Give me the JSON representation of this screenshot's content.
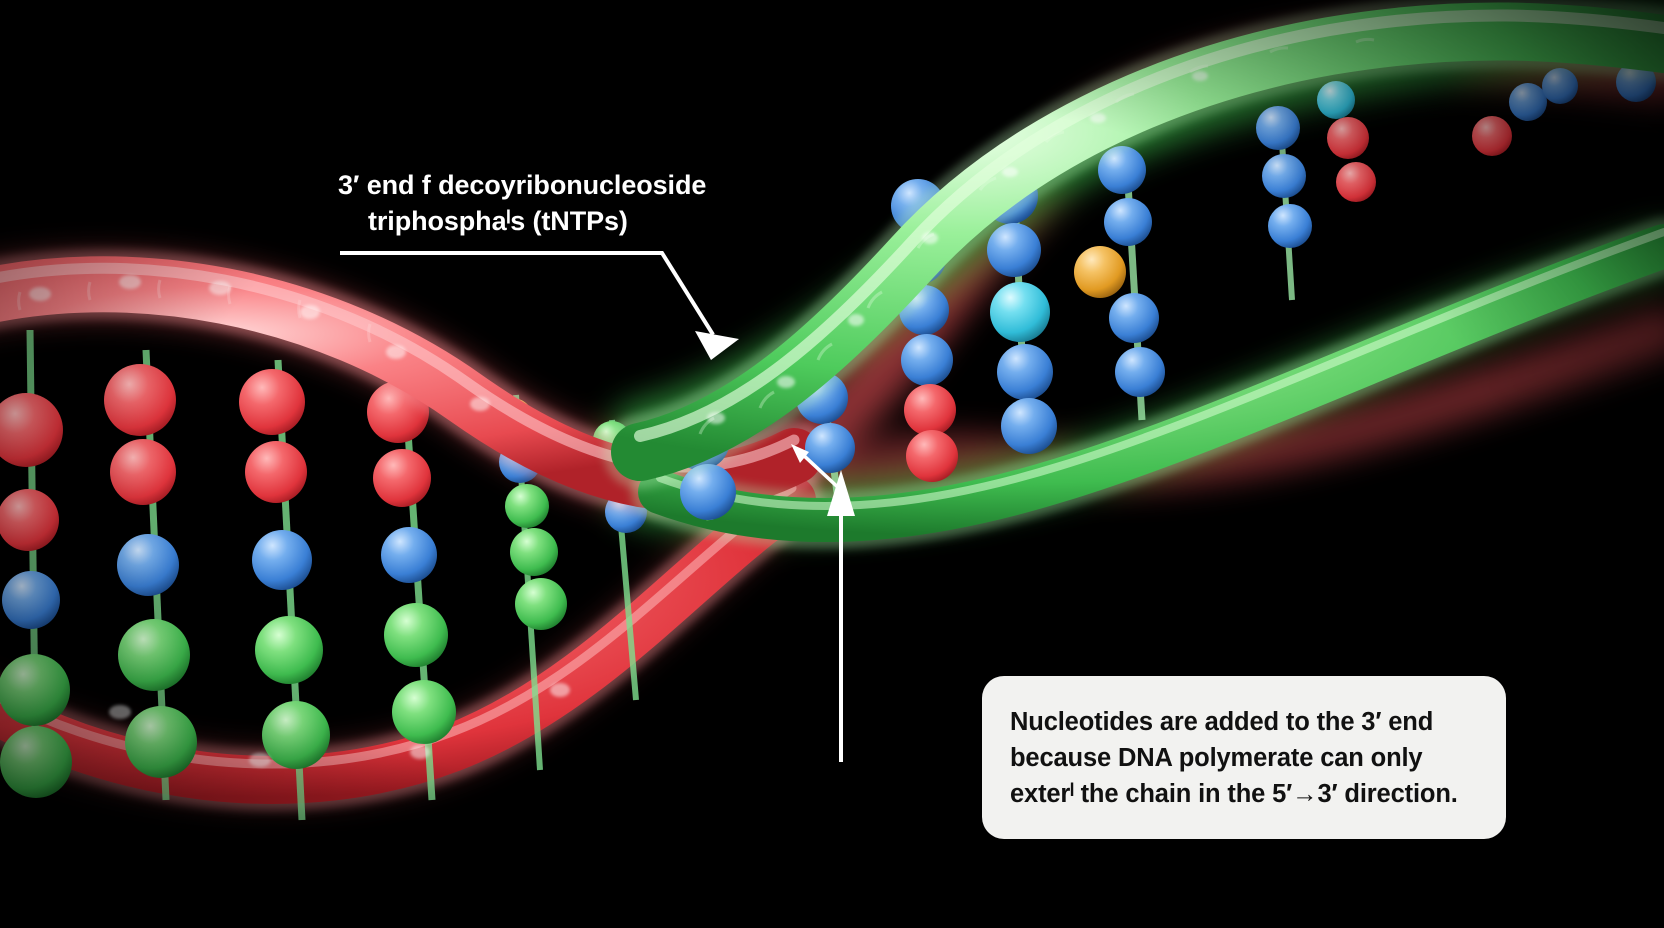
{
  "image": {
    "subject": "3D rendered DNA double helix with annotation callouts",
    "background_color": "#000000"
  },
  "annotations": {
    "top_label": {
      "line1": "3′ end f decoyribonucleoside",
      "line2": "triphosphaˡs (tNTPs)",
      "color": "#ffffff",
      "leader": "elbow-line-with-arrowhead"
    },
    "callout": {
      "line1": "Nucleotides are added to the 3′ end",
      "line2": "because DNA polymerate can only",
      "line3": "exterˡ the chain in the 5′→3′ direction.",
      "background_color": "#f2f2f0",
      "text_color": "#111111",
      "leader": "vertical-line-with-arrowhead"
    }
  },
  "molecule": {
    "strand_colors": {
      "left_backbone": "#ef4b52",
      "right_backbone": "#4fc15f",
      "base_blue": "#4a8fe0",
      "base_cyan": "#46cfe8",
      "base_orange": "#efad35",
      "base_green": "#5bd06a",
      "base_red": "#e8474e"
    },
    "labels": {
      "red_helix": "red-backbone-helix",
      "green_helix": "green-backbone-helix",
      "base_pairs": "base-pair-spheres"
    }
  }
}
